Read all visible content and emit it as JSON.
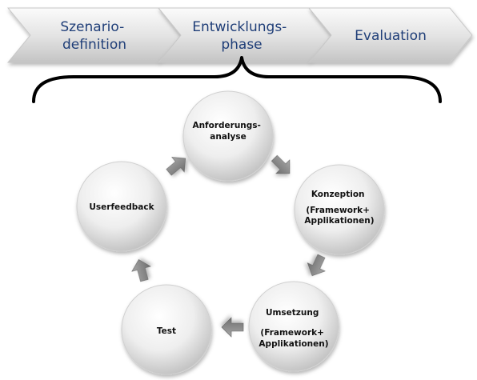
{
  "phases": [
    {
      "lines": [
        "Szenario-",
        "definition"
      ]
    },
    {
      "lines": [
        "Entwicklungs-",
        "phase"
      ]
    },
    {
      "lines": [
        "Evaluation"
      ]
    }
  ],
  "cycle": [
    {
      "lines": [
        "Anforderungs-",
        "analyse"
      ]
    },
    {
      "lines": [
        "Konzeption",
        "",
        "(Framework+",
        "Applikationen)"
      ]
    },
    {
      "lines": [
        "Umsetzung",
        "",
        "(Framework+",
        "Applikationen)"
      ]
    },
    {
      "lines": [
        "Test"
      ]
    },
    {
      "lines": [
        "Userfeedback"
      ]
    }
  ],
  "colors": {
    "phase_text": "#1f3e78",
    "arrow": "#8a8a8a",
    "bracket": "#000000"
  }
}
